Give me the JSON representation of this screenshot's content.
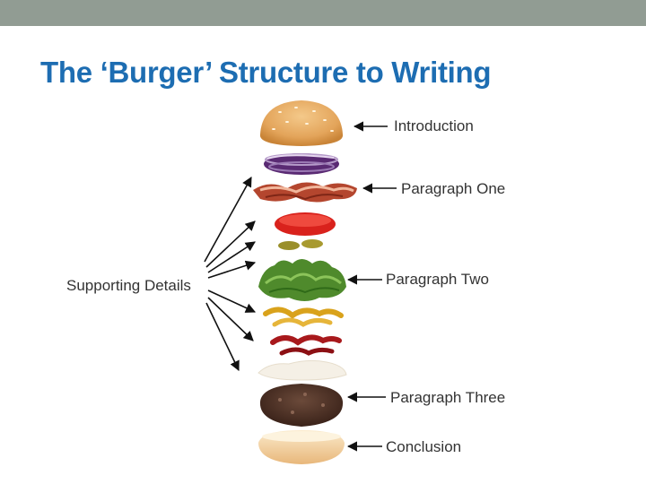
{
  "slide": {
    "title": "The ‘Burger’ Structure to Writing",
    "theme": {
      "accent": "#1d6db2",
      "bar": "#919c93",
      "text": "#333333"
    }
  },
  "diagram": {
    "labels": {
      "introduction": "Introduction",
      "paragraph_one": "Paragraph One",
      "paragraph_two": "Paragraph Two",
      "paragraph_three": "Paragraph Three",
      "conclusion": "Conclusion",
      "supporting_details": "Supporting Details"
    },
    "layers": [
      "top-bun",
      "purple-onion",
      "bacon",
      "tomato",
      "pickles",
      "lettuce",
      "mustard",
      "ketchup",
      "mayonnaise",
      "beef-patty",
      "bottom-bun"
    ]
  }
}
